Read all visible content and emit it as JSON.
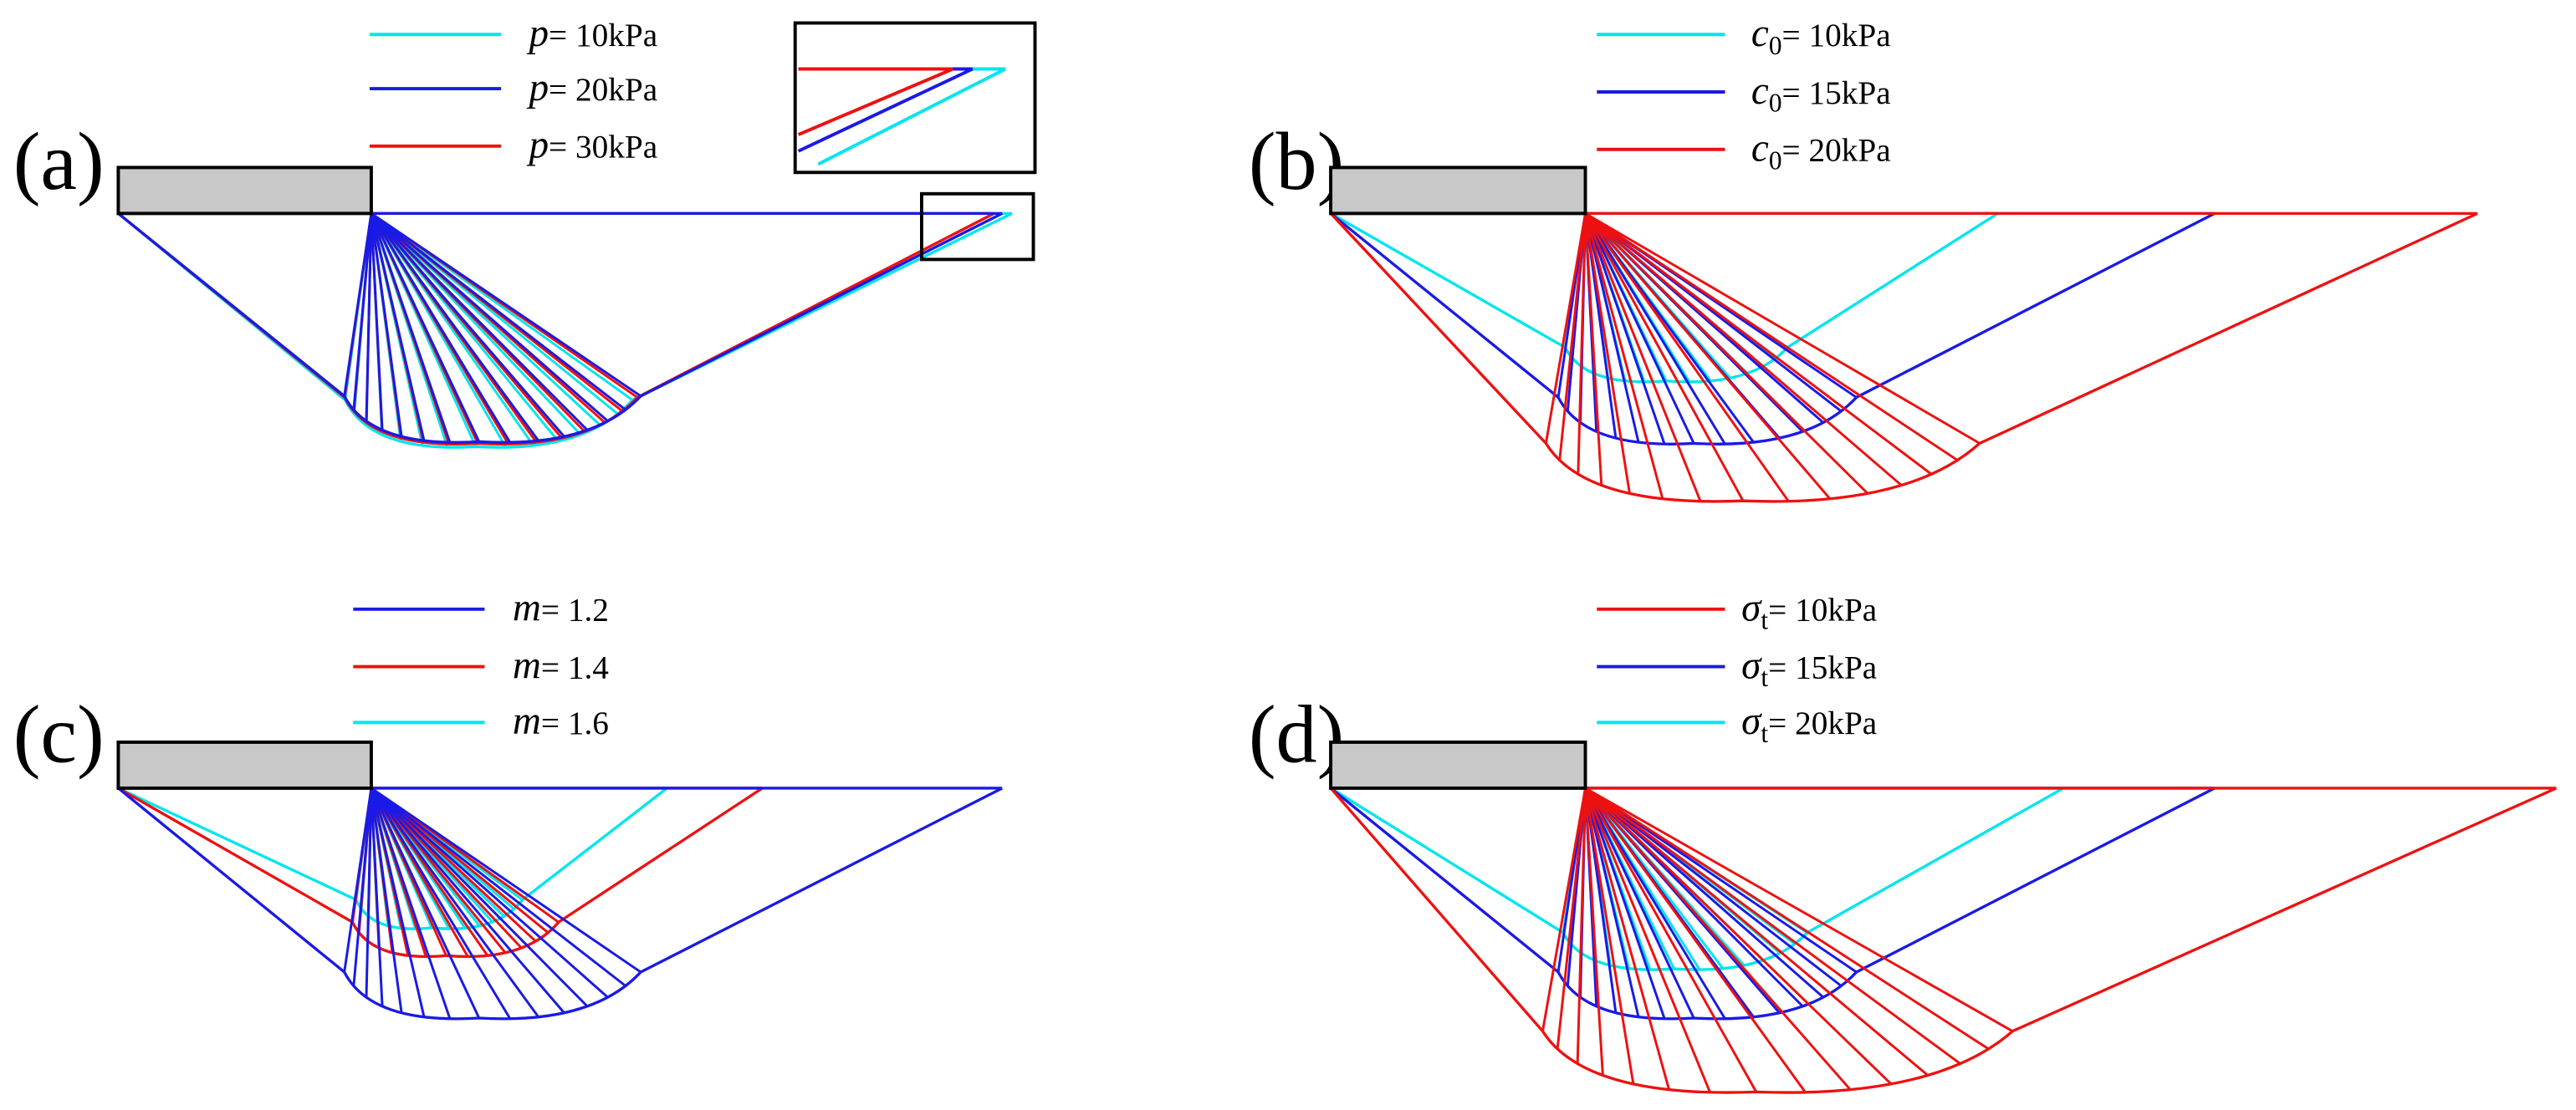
{
  "colors": {
    "cyan": "#00e5ee",
    "blue": "#1a1ae6",
    "red": "#ee1111",
    "footing": "#c8c8c8"
  },
  "panels": [
    {
      "id": "a",
      "label": "(a)",
      "legend": [
        {
          "sym": "p",
          "sub": "",
          "value": "= 10kPa",
          "color": "cyan"
        },
        {
          "sym": "p",
          "sub": "",
          "value": "= 20kPa",
          "color": "blue"
        },
        {
          "sym": "p",
          "sub": "",
          "value": "= 30kPa",
          "color": "red"
        }
      ],
      "has_inset": true,
      "curves": [
        {
          "color": "cyan",
          "fan_depth": 272,
          "fan_right": 385,
          "surface_end": 616
        },
        {
          "color": "red",
          "fan_depth": 270,
          "fan_right": 388,
          "surface_end": 605
        },
        {
          "color": "blue",
          "fan_depth": 269,
          "fan_right": 390,
          "surface_end": 610
        }
      ]
    },
    {
      "id": "b",
      "label": "(b)",
      "legend": [
        {
          "sym": "c",
          "sub": "0",
          "value": "= 10kPa",
          "color": "cyan"
        },
        {
          "sym": "c",
          "sub": "0",
          "value": "= 15kPa",
          "color": "blue"
        },
        {
          "sym": "c",
          "sub": "0",
          "value": "= 20kPa",
          "color": "red"
        }
      ],
      "has_inset": false,
      "curves": [
        {
          "color": "cyan",
          "fan_depth": 232,
          "fan_right": 1088,
          "surface_end": 1216
        },
        {
          "color": "blue",
          "fan_depth": 270,
          "fan_right": 1130,
          "surface_end": 1348
        },
        {
          "color": "red",
          "fan_depth": 305,
          "fan_right": 1205,
          "surface_end": 1508
        }
      ]
    },
    {
      "id": "c",
      "label": "(c)",
      "legend": [
        {
          "sym": "m",
          "sub": "",
          "value": "= 1.2",
          "color": "blue"
        },
        {
          "sym": "m",
          "sub": "",
          "value": "= 1.4",
          "color": "red"
        },
        {
          "sym": "m",
          "sub": "",
          "value": "= 1.6",
          "color": "cyan"
        }
      ],
      "has_inset": false,
      "curves": [
        {
          "color": "cyan",
          "fan_depth": 565,
          "fan_right": 318,
          "surface_end": 406
        },
        {
          "color": "red",
          "fan_depth": 582,
          "fan_right": 340,
          "surface_end": 464
        },
        {
          "color": "blue",
          "fan_depth": 620,
          "fan_right": 390,
          "surface_end": 610
        }
      ]
    },
    {
      "id": "d",
      "label": "(d)",
      "legend": [
        {
          "sym": "σ",
          "sub": "t",
          "value": "= 10kPa",
          "color": "red"
        },
        {
          "sym": "σ",
          "sub": "t",
          "value": "= 15kPa",
          "color": "blue"
        },
        {
          "sym": "σ",
          "sub": "t",
          "value": "= 20kPa",
          "color": "cyan"
        }
      ],
      "has_inset": false,
      "curves": [
        {
          "color": "cyan",
          "fan_depth": 590,
          "fan_right": 1100,
          "surface_end": 1256
        },
        {
          "color": "blue",
          "fan_depth": 620,
          "fan_right": 1130,
          "surface_end": 1348
        },
        {
          "color": "red",
          "fan_depth": 665,
          "fan_right": 1225,
          "surface_end": 1556
        }
      ]
    }
  ]
}
